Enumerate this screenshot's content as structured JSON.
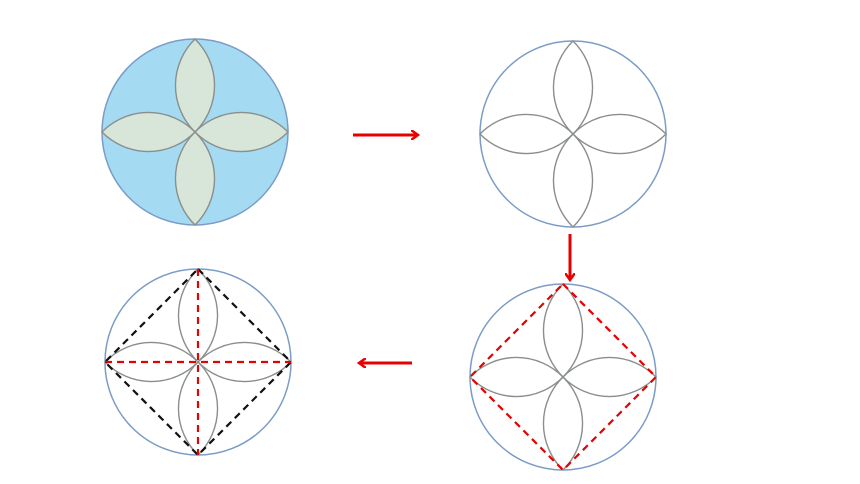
{
  "colors": {
    "circle_stroke": "#7a9cc6",
    "circle_fill_filled": "#a4dbf3",
    "petal_fill_filled": "#d7e6d9",
    "petal_stroke": "#8a8f8c",
    "arrow": "#e60000",
    "dashed_red": "#e60000",
    "dashed_black": "#111111",
    "background": "#ffffff"
  },
  "panels": [
    {
      "id": "filled-flower",
      "style": "filled",
      "guides": []
    },
    {
      "id": "outline-flower",
      "style": "outline",
      "guides": []
    },
    {
      "id": "square-guides",
      "style": "outline",
      "guides": [
        "square-red"
      ]
    },
    {
      "id": "square-and-diagonals",
      "style": "outline",
      "guides": [
        "square-black",
        "diagonals-red"
      ]
    }
  ],
  "arrows": [
    {
      "from": "filled-flower",
      "to": "outline-flower",
      "direction": "right"
    },
    {
      "from": "outline-flower",
      "to": "square-guides",
      "direction": "down"
    },
    {
      "from": "square-guides",
      "to": "square-and-diagonals",
      "direction": "left"
    }
  ]
}
